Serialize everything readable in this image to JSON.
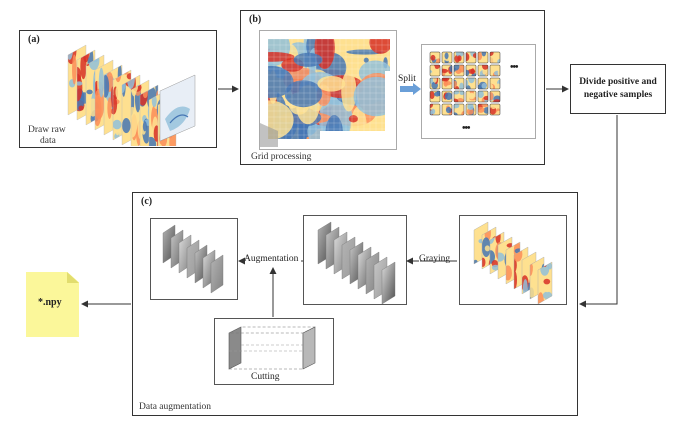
{
  "panel_a": {
    "label": "(a)",
    "caption_line1": "Draw raw",
    "caption_line2": "data"
  },
  "panel_b": {
    "label": "(b)",
    "caption": "Grid processing",
    "split_label": "Split",
    "ellipsis_right": "•••",
    "ellipsis_bottom": "•••"
  },
  "divide_box": {
    "line1": "Divide positive and",
    "line2": "negative samples"
  },
  "panel_c": {
    "label": "(c)",
    "caption": "Data augmentation",
    "graying_label": "Graying",
    "augmentation_label": "Augmentation",
    "cutting_label": "Cutting"
  },
  "output_file": {
    "label": "*.npy"
  },
  "colors": {
    "heat_red": "#d73027",
    "heat_orange": "#fc8d59",
    "heat_yellow": "#fee090",
    "heat_lightblue": "#91bfdb",
    "heat_blue": "#4575b4",
    "file_yellow": "#fbf79a",
    "split_arrow": "#6a9fd8"
  }
}
